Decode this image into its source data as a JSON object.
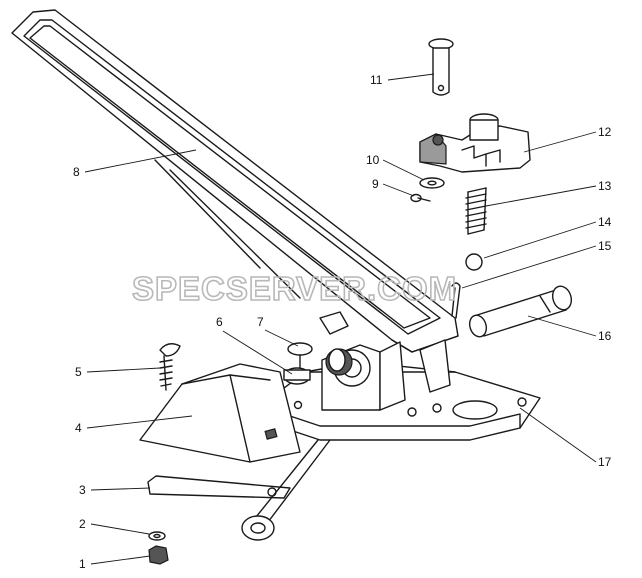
{
  "watermark": "SPECSERVER.COM",
  "callouts": [
    {
      "id": "1",
      "label": "1"
    },
    {
      "id": "2",
      "label": "2"
    },
    {
      "id": "3",
      "label": "3"
    },
    {
      "id": "4",
      "label": "4"
    },
    {
      "id": "5",
      "label": "5"
    },
    {
      "id": "6",
      "label": "6"
    },
    {
      "id": "7",
      "label": "7"
    },
    {
      "id": "8",
      "label": "8"
    },
    {
      "id": "9",
      "label": "9"
    },
    {
      "id": "10",
      "label": "10"
    },
    {
      "id": "11",
      "label": "11"
    },
    {
      "id": "12",
      "label": "12"
    },
    {
      "id": "13",
      "label": "13"
    },
    {
      "id": "14",
      "label": "14"
    },
    {
      "id": "15",
      "label": "15"
    },
    {
      "id": "16",
      "label": "16"
    },
    {
      "id": "17",
      "label": "17"
    }
  ]
}
